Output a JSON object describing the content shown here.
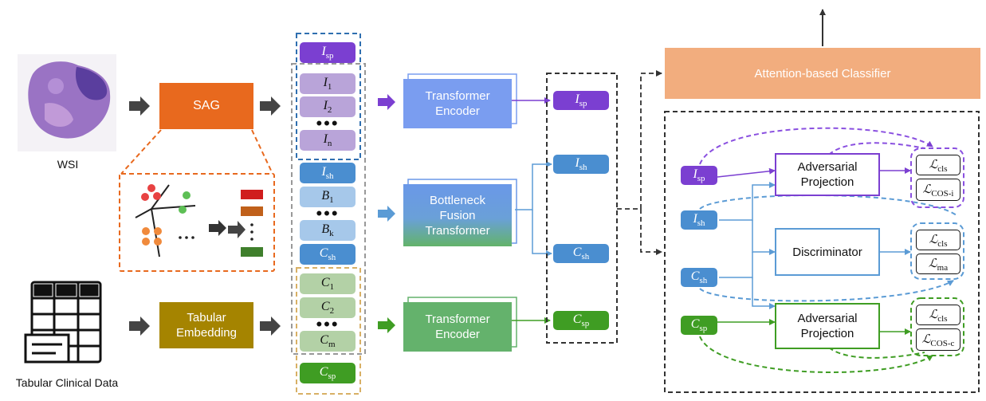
{
  "wsi_label": "WSI",
  "tabular_label": "Tabular Clinical Data",
  "sag_label": "SAG",
  "tabular_embedding_label": "Tabular\nEmbedding",
  "tokens": {
    "image": [
      "I_sp",
      "I_1",
      "I_2",
      "I_n"
    ],
    "bottleneck": [
      "I_sh",
      "B_1",
      "B_k",
      "C_sh"
    ],
    "clinical": [
      "C_1",
      "C_2",
      "C_m",
      "C_sp"
    ]
  },
  "encoders": {
    "top": "Transformer\nEncoder",
    "middle": "Bottleneck\nFusion\nTransformer",
    "bottom": "Transformer\nEncoder"
  },
  "outputs": [
    "I_sp",
    "I_sh",
    "C_sh",
    "C_sp"
  ],
  "classifier_label": "Attention-based Classifier",
  "modules": {
    "adv_top": "Adversarial\nProjection",
    "discriminator": "Discriminator",
    "adv_bottom": "Adversarial\nProjection"
  },
  "losses": {
    "top": [
      "L_cls",
      "L_COS-i"
    ],
    "middle": [
      "L_cls",
      "L_ma"
    ],
    "bottom": [
      "L_cls",
      "L_COS-c"
    ]
  },
  "colors": {
    "purple": "#7b3fd1",
    "blue": "#4a8ed0",
    "green": "#3f9d23",
    "sag_orange": "#e8691e",
    "classifier": "#f2ad7e",
    "tabular": "#a58400"
  }
}
